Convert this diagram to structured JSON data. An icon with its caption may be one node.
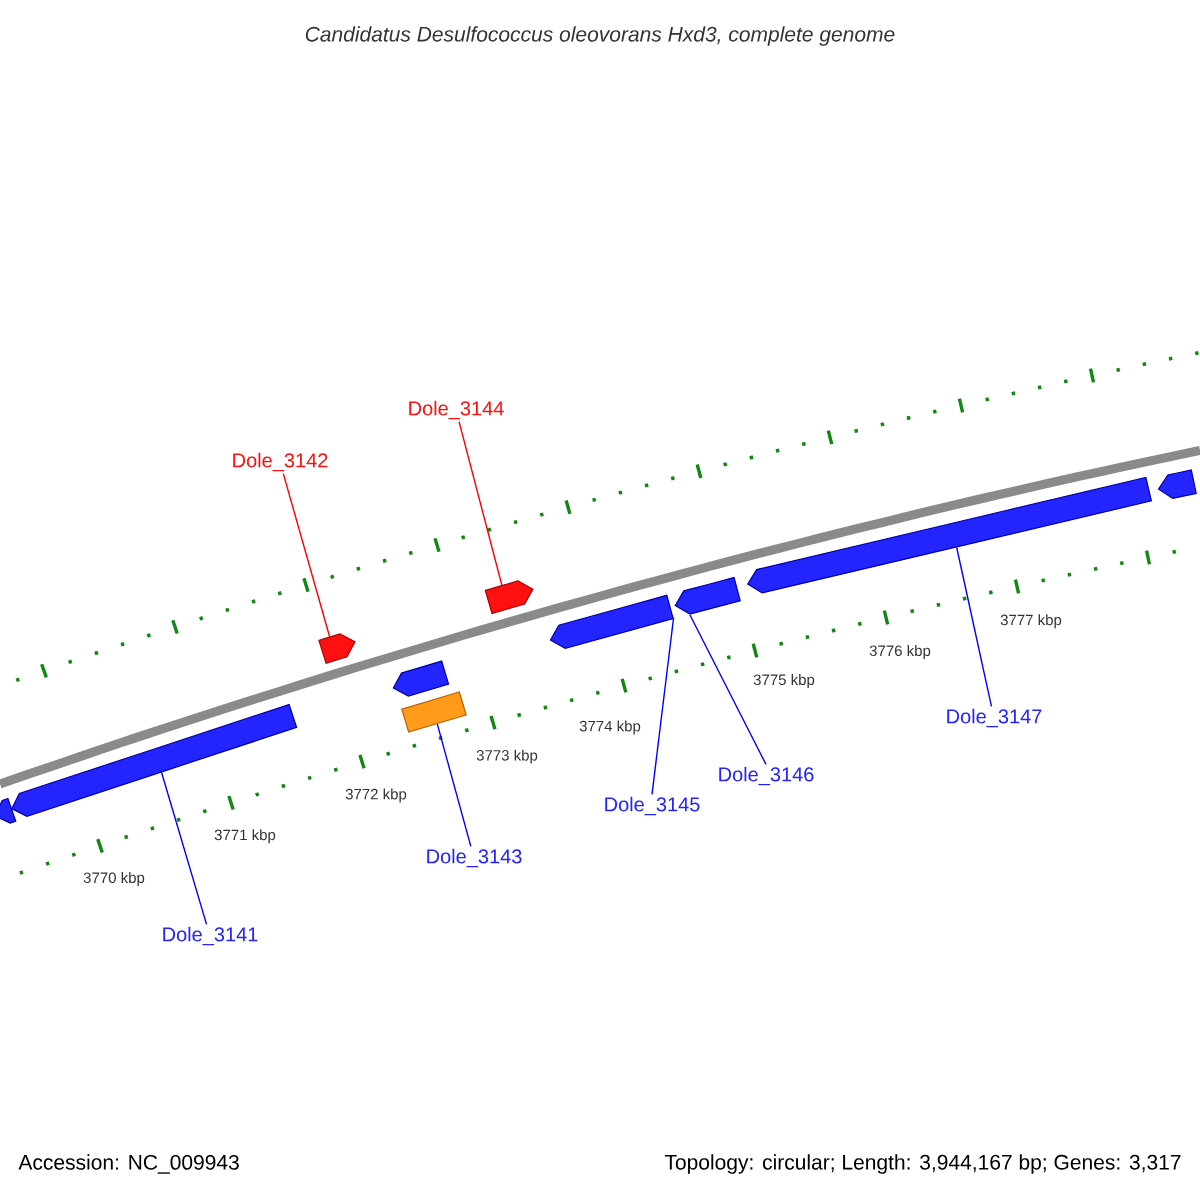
{
  "diagram": {
    "title": "Candidatus Desulfococcus oleovorans Hxd3, complete genome",
    "nodes": [
      {
        "text": [
          "Dole_3141"
        ]
      },
      {
        "text": [
          "Dole_3142"
        ]
      },
      {
        "text": [
          "Dole_3143"
        ]
      },
      {
        "text": [
          "Dole_3144"
        ]
      },
      {
        "text": [
          "Dole_3145"
        ]
      },
      {
        "text": [
          "Dole_3146"
        ]
      },
      {
        "text": [
          "Dole_3147"
        ]
      },
      {
        "text": [],
        "shape": "pentagon"
      },
      {
        "text": [],
        "shape": "pentagon"
      },
      {
        "text": [],
        "shape": "pentagon"
      },
      {
        "text": [],
        "shape": "pentagon"
      },
      {
        "text": [],
        "shape": "box"
      },
      {
        "text": [],
        "shape": "pentagon"
      },
      {
        "text": [],
        "shape": "pentagon"
      },
      {
        "text": [],
        "shape": "pentagon"
      },
      {
        "text": [],
        "shape": "pentagon"
      },
      {
        "text": [],
        "shape": "pentagon"
      }
    ],
    "edges": [
      {
        "from": 0,
        "to": 8,
        "arrow": "none"
      },
      {
        "from": 1,
        "to": 9,
        "arrow": "none",
        "color": "#ff0000"
      },
      {
        "from": 2,
        "to": 11,
        "arrow": "none"
      },
      {
        "from": 3,
        "to": 12,
        "arrow": "none",
        "color": "#ff0000"
      },
      {
        "from": 4,
        "to": 13,
        "arrow": "none"
      },
      {
        "from": 5,
        "to": 14,
        "arrow": "none"
      },
      {
        "from": 6,
        "to": 15,
        "arrow": "none"
      }
    ],
    "labels": [
      "3770 kbp",
      "3771 kbp",
      "3772 kbp",
      "3773 kbp",
      "3774 kbp",
      "3775 kbp",
      "3776 kbp",
      "3777 kbp",
      "Accession: NC_009943",
      "Topology: circular; Length: 3,944,167 bp; Genes: 3,317"
    ]
  }
}
